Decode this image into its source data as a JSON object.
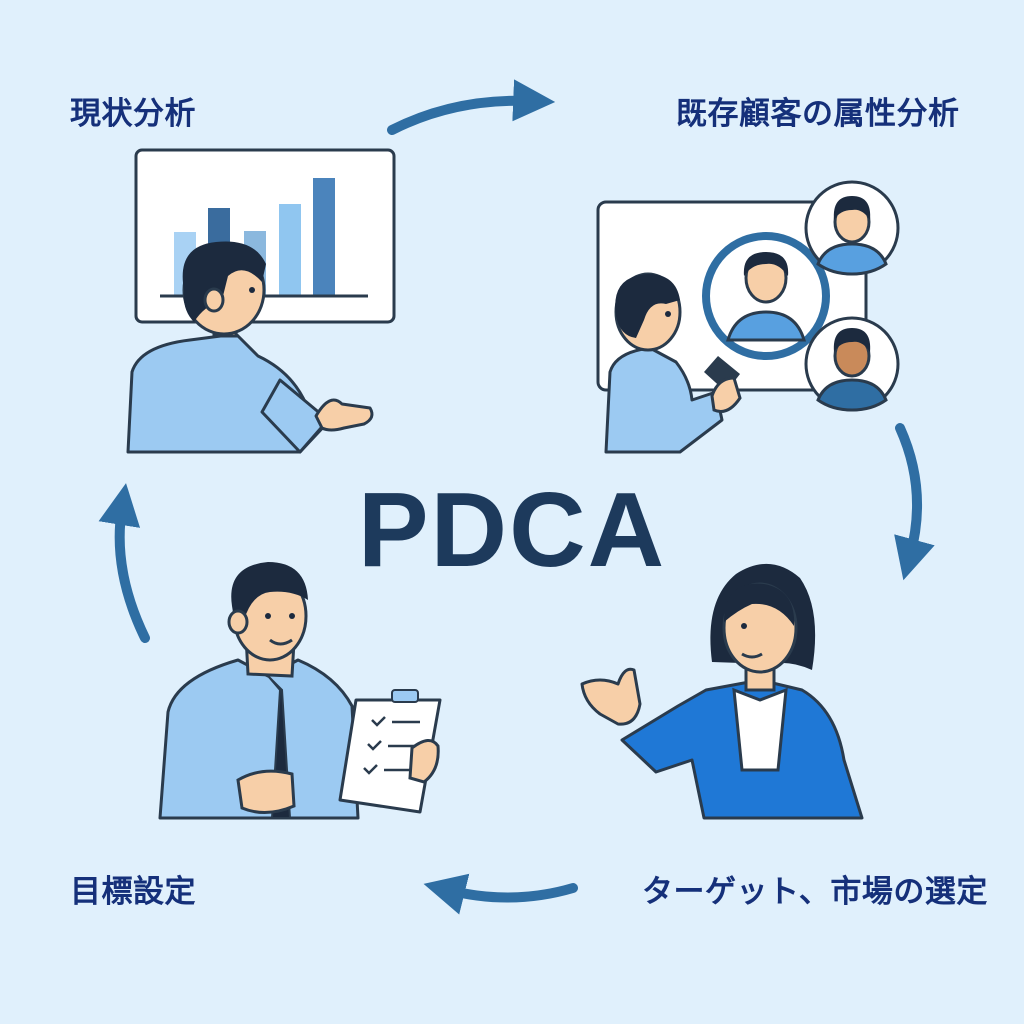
{
  "center": {
    "title": "PDCA"
  },
  "steps": [
    {
      "label": "現状分析"
    },
    {
      "label": "既存顧客の属性分析"
    },
    {
      "label": "ターゲット、市場の選定"
    },
    {
      "label": "目標設定"
    }
  ],
  "colors": {
    "background": "#e0f0fc",
    "arrow": "#2f6ea3",
    "label": "#15307a",
    "title": "#1d3a5c",
    "shirt_light": "#9ccaf2",
    "jacket_blue": "#1f78d6",
    "hair": "#1c2a3e",
    "skin": "#f7cfa8"
  }
}
